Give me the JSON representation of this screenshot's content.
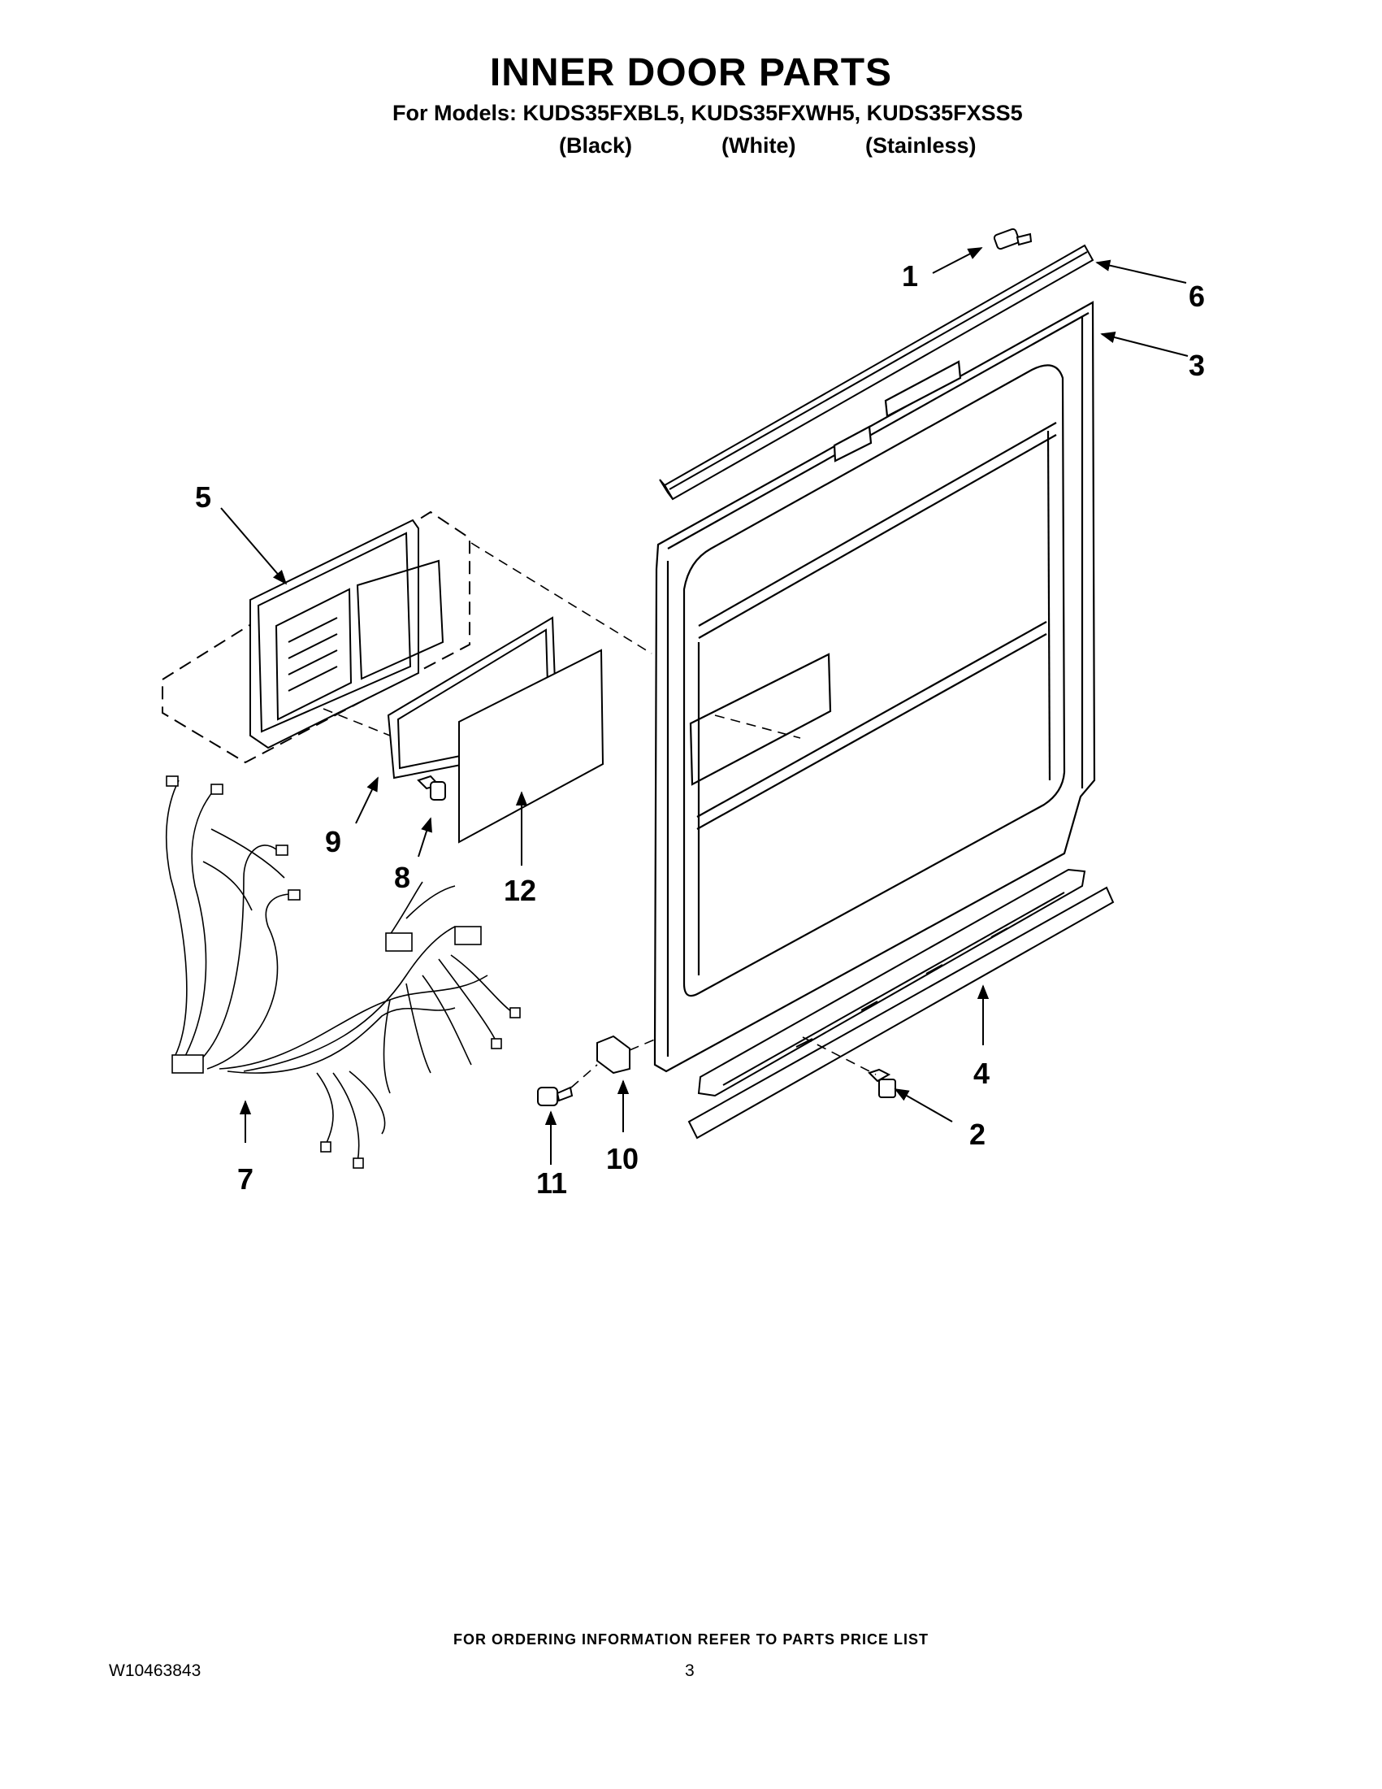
{
  "header": {
    "title": "INNER DOOR PARTS",
    "models_line": "For Models: KUDS35FXBL5, KUDS35FXWH5, KUDS35FXSS5",
    "variants": [
      "(Black)",
      "(White)",
      "(Stainless)"
    ]
  },
  "callouts": [
    "1",
    "2",
    "3",
    "4",
    "5",
    "6",
    "7",
    "8",
    "9",
    "10",
    "11",
    "12"
  ],
  "footer": {
    "note": "FOR ORDERING INFORMATION REFER TO PARTS PRICE LIST",
    "doc_number": "W10463843",
    "page_number": "3"
  }
}
